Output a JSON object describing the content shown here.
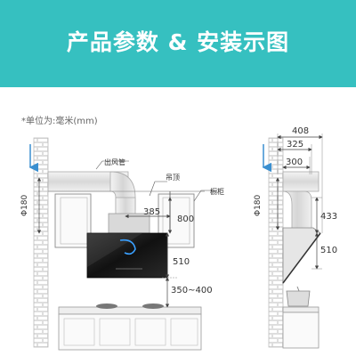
{
  "banner": {
    "title": "产品参数 & 安装示图",
    "bg_color": "#36c0c0"
  },
  "unit_note": "*单位为:毫米(mm)",
  "front_view": {
    "duct_label": "出风管",
    "ceiling_label": "吊顶",
    "cabinet_label": "橱柜",
    "duct_diameter": "Φ180",
    "dim_duct_offset": "385",
    "dim_hood_to_cabinet": "800",
    "dim_panel_height": "510",
    "dim_install_height": "350~400"
  },
  "side_view": {
    "duct_diameter": "Φ180",
    "dim_total_depth": "408",
    "dim_upper_depth": "325",
    "dim_duct_depth": "300",
    "dim_body_height": "433",
    "dim_panel_height": "510"
  },
  "colors": {
    "dimension_line": "#444444",
    "arrow_blue": "#3a8fd0",
    "hood_panel": "#1a1a1a",
    "duct": "#e8e8e8"
  }
}
